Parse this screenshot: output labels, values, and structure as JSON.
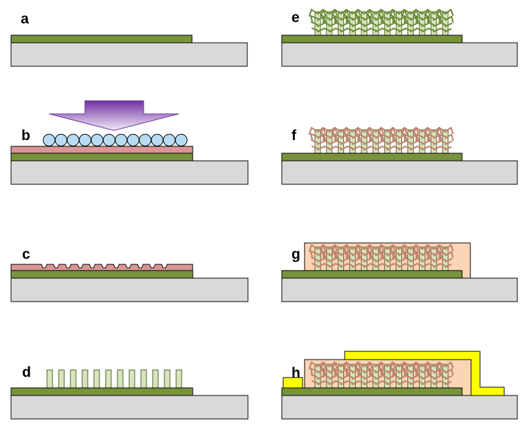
{
  "panels": [
    {
      "id": "a",
      "label": "a"
    },
    {
      "id": "b",
      "label": "b"
    },
    {
      "id": "c",
      "label": "c"
    },
    {
      "id": "d",
      "label": "d"
    },
    {
      "id": "e",
      "label": "e"
    },
    {
      "id": "f",
      "label": "f"
    },
    {
      "id": "g",
      "label": "g"
    },
    {
      "id": "h",
      "label": "h"
    }
  ],
  "colors": {
    "substrate": "#d9d9d9",
    "green_layer": "#77933c",
    "pink_layer": "#d99694",
    "pillar": "#d7e4bd",
    "spheres": "#b9dcf2",
    "arrow_top": "#7030a0",
    "arrow_bottom": "#f2eaf8",
    "encapsulant": "#fbd5b5",
    "electrode": "#ffff00"
  },
  "icons": {
    "b": "downward-arrow-icon"
  }
}
